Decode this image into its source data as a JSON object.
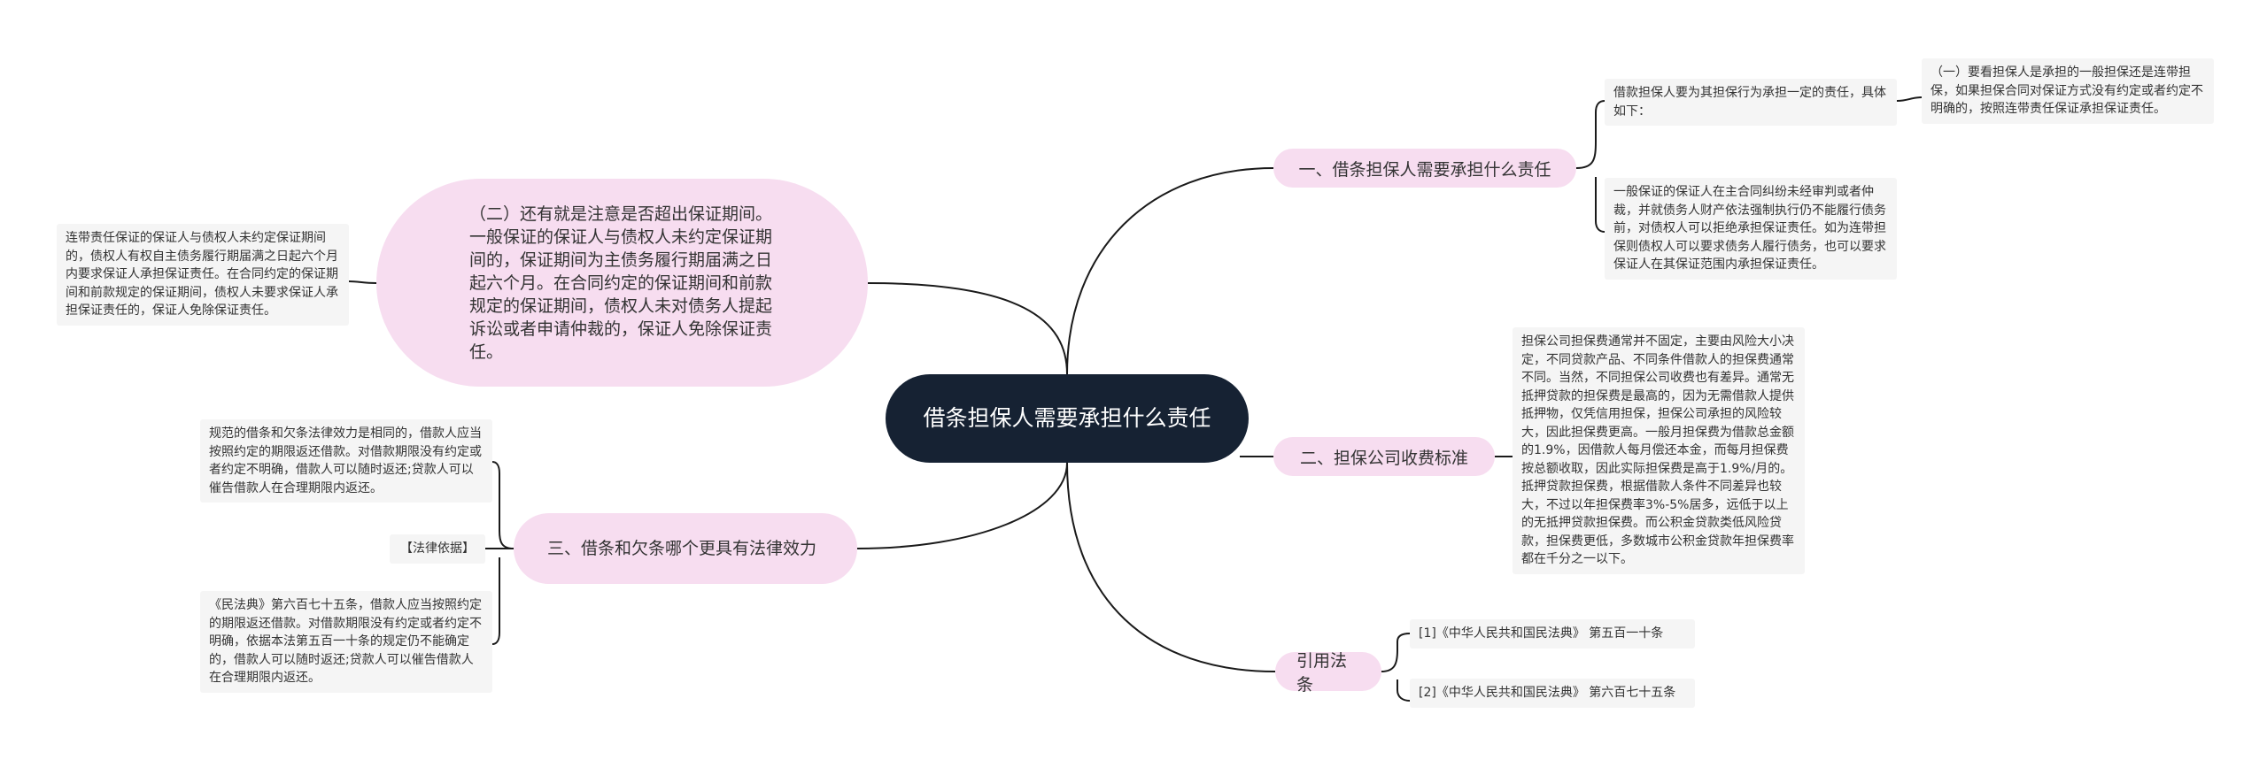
{
  "root": {
    "title": "借条担保人需要承担什么责任"
  },
  "branches": {
    "b1": {
      "label": "一、借条担保人需要承担什么责任"
    },
    "b2": {
      "label": "二、担保公司收费标准"
    },
    "b3": {
      "label": "引用法条"
    },
    "b4": {
      "label": "三、借条和欠条哪个更具有法律效力"
    },
    "big": {
      "label": "（二）还有就是注意是否超出保证期间。一般保证的保证人与债权人未约定保证期间的，保证期间为主债务履行期届满之日起六个月。在合同约定的保证期间和前款规定的保证期间，债权人未对债务人提起诉讼或者申请仲裁的，保证人免除保证责任。"
    }
  },
  "leaves": {
    "l1a": "借款担保人要为其担保行为承担一定的责任，具体如下：",
    "l1b": "一般保证的保证人在主合同纠纷未经审判或者仲裁，并就债务人财产依法强制执行仍不能履行债务前，对债权人可以拒绝承担保证责任。如为连带担保则债权人可以要求债务人履行债务，也可以要求保证人在其保证范围内承担保证责任。",
    "l1c": "（一）要看担保人是承担的一般担保还是连带担保，如果担保合同对保证方式没有约定或者约定不明确的，按照连带责任保证承担保证责任。",
    "l2": "担保公司担保费通常并不固定，主要由风险大小决定，不同贷款产品、不同条件借款人的担保费通常不同。当然，不同担保公司收费也有差异。通常无抵押贷款的担保费是最高的，因为无需借款人提供抵押物，仅凭信用担保，担保公司承担的风险较大，因此担保费更高。一般月担保费为借款总金额的1.9%，因借款人每月偿还本金，而每月担保费按总额收取，因此实际担保费是高于1.9%/月的。抵押贷款担保费，根据借款人条件不同差异也较大，不过以年担保费率3%-5%居多，远低于以上的无抵押贷款担保费。而公积金贷款类低风险贷款，担保费更低，多数城市公积金贷款年担保费率都在千分之一以下。",
    "l3a": "[1]《中华人民共和国民法典》 第五百一十条",
    "l3b": "[2]《中华人民共和国民法典》 第六百七十五条",
    "l4a": "规范的借条和欠条法律效力是相同的，借款人应当按照约定的期限返还借款。对借款期限没有约定或者约定不明确，借款人可以随时返还;贷款人可以催告借款人在合理期限内返还。",
    "l4b": "【法律依据】",
    "l4c": "《民法典》第六百七十五条，借款人应当按照约定的期限返还借款。对借款期限没有约定或者约定不明确，依据本法第五百一十条的规定仍不能确定的，借款人可以随时返还;贷款人可以催告借款人在合理期限内返还。",
    "l5": "连带责任保证的保证人与债权人未约定保证期间的，债权人有权自主债务履行期届满之日起六个月内要求保证人承担保证责任。在合同约定的保证期间和前款规定的保证期间，债权人未要求保证人承担保证责任的，保证人免除保证责任。"
  },
  "colors": {
    "root_fill": "#162233",
    "branch_fill": "#f7ddf0",
    "leaf_fill": "#f5f5f5",
    "link": "#1a1a1a"
  }
}
